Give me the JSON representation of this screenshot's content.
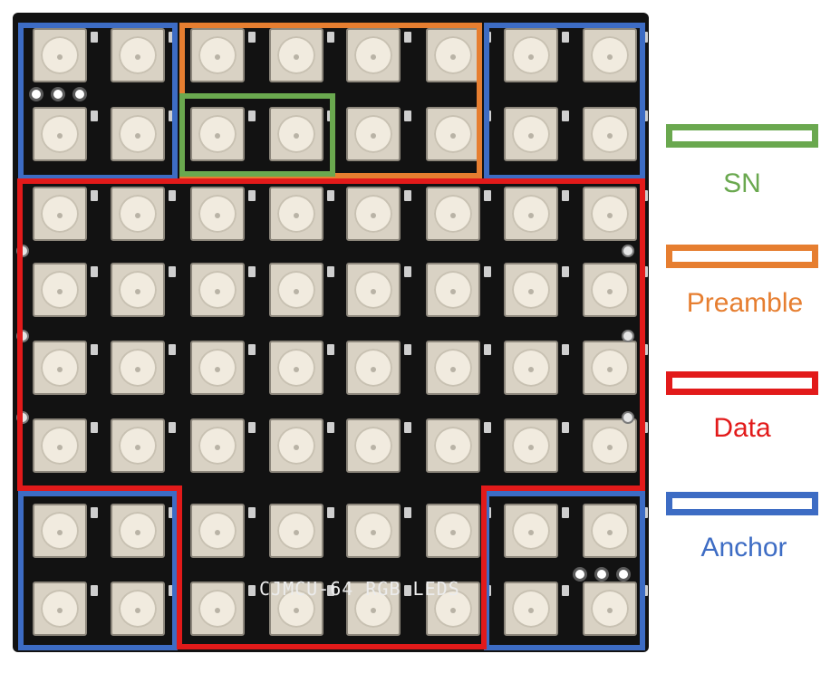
{
  "board": {
    "silkscreen_label": "CJMCU-64 RGB LEDS",
    "led_grid": {
      "rows": 8,
      "columns": 8
    }
  },
  "legend": [
    {
      "id": "sn",
      "label": "SN",
      "color": "#6aa84f"
    },
    {
      "id": "preamble",
      "label": "Preamble",
      "color": "#e67e30"
    },
    {
      "id": "data",
      "label": "Data",
      "color": "#e21a1a"
    },
    {
      "id": "anchor",
      "label": "Anchor",
      "color": "#3d6cc4"
    }
  ]
}
